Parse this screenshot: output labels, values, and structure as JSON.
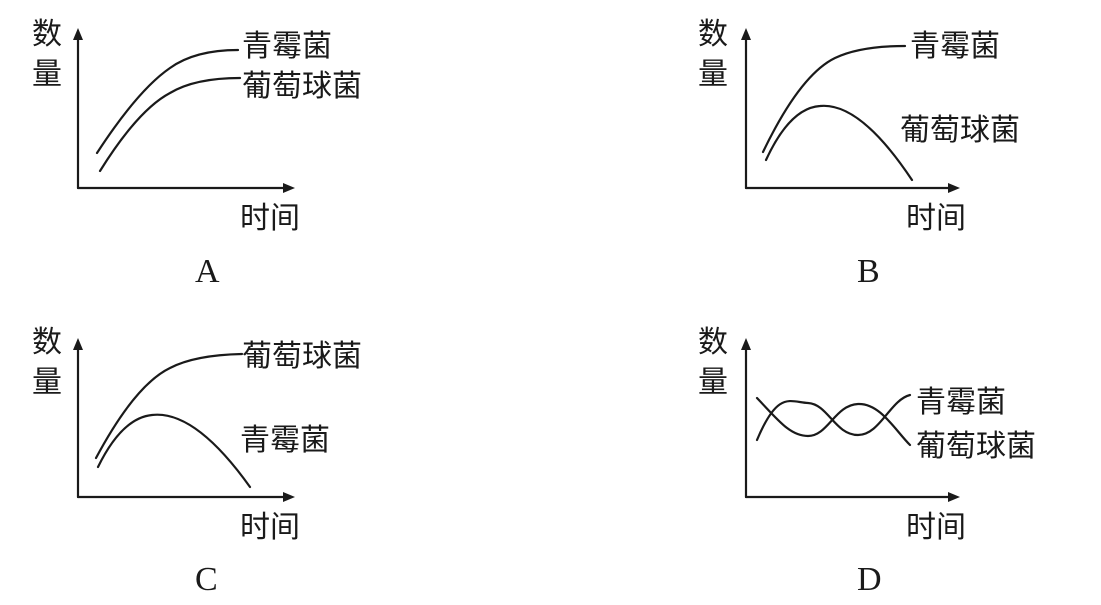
{
  "y_axis_label_top": "数",
  "y_axis_label_bottom": "量",
  "x_axis_label": "时间",
  "panels": [
    {
      "letter": "A",
      "curves": [
        {
          "label": "青霉菌",
          "shape": "rise-plateau-high"
        },
        {
          "label": "葡萄球菌",
          "shape": "rise-plateau-low"
        }
      ]
    },
    {
      "letter": "B",
      "curves": [
        {
          "label": "青霉菌",
          "shape": "rise-plateau"
        },
        {
          "label": "葡萄球菌",
          "shape": "rise-then-fall"
        }
      ]
    },
    {
      "letter": "C",
      "curves": [
        {
          "label": "葡萄球菌",
          "shape": "rise-plateau"
        },
        {
          "label": "青霉菌",
          "shape": "rise-then-fall"
        }
      ]
    },
    {
      "letter": "D",
      "curves": [
        {
          "label": "青霉菌",
          "shape": "oscillate"
        },
        {
          "label": "葡萄球菌",
          "shape": "oscillate-opposite"
        }
      ]
    }
  ]
}
